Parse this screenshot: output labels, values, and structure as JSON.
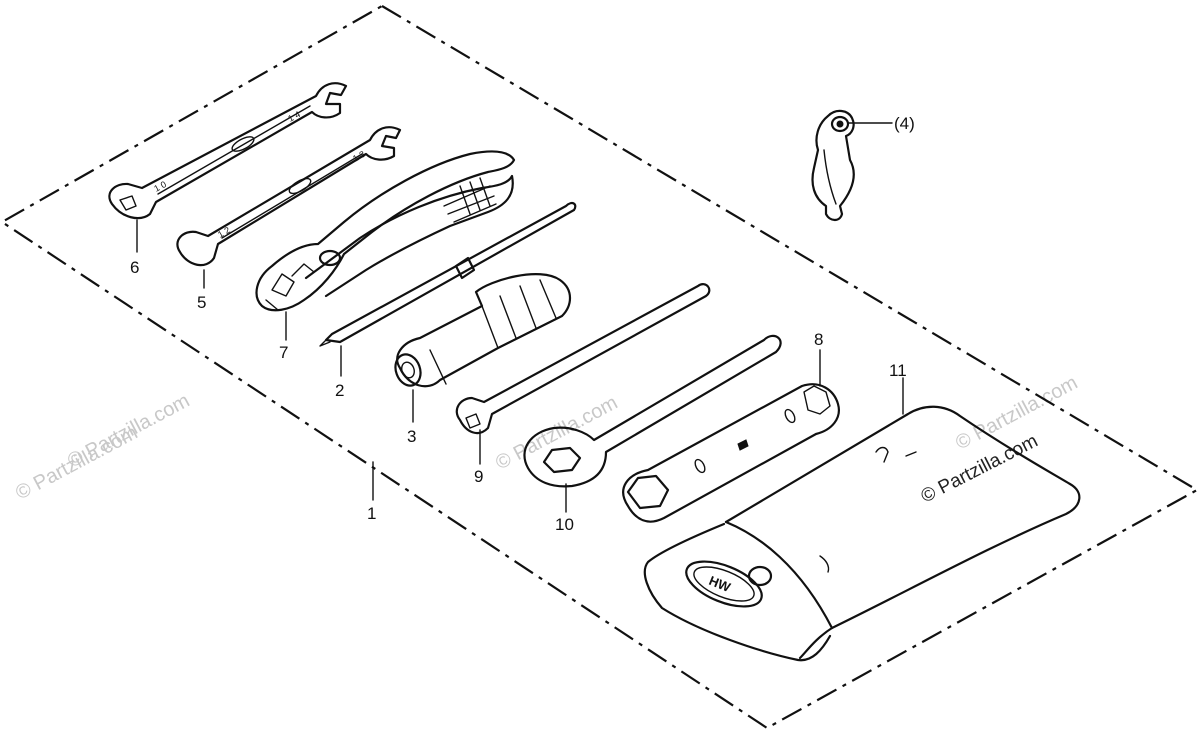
{
  "callouts": {
    "c1": "1",
    "c2": "2",
    "c3": "3",
    "c4": "(4)",
    "c5": "5",
    "c6": "6",
    "c7": "7",
    "c8": "8",
    "c9": "9",
    "c10": "10",
    "c11": "11"
  },
  "watermarks": {
    "main": "© Partzilla.com",
    "left_upper": "© Partzilla.com",
    "left_edge": "© Partzilla.com",
    "mid": "© Partzilla.com",
    "right": "© Partzilla.com"
  },
  "colors": {
    "ink": "#111111",
    "watermark": "#c8c8c8",
    "background": "#ffffff"
  }
}
